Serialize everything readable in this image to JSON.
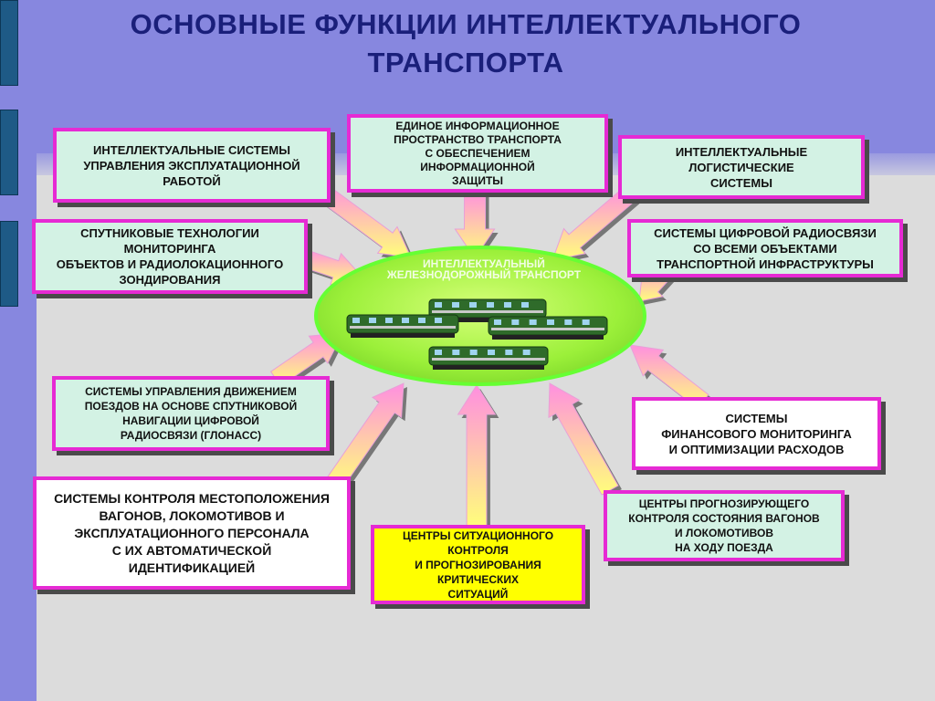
{
  "title": "ОСНОВНЫЕ ФУНКЦИИ ИНТЕЛЛЕКТУАЛЬНОГО\nТРАНСПОРТА",
  "center": {
    "label": "ИНТЕЛЛЕКТУАЛЬНЫЙ\nЖЕЛЕЗНОДОРОЖНЫЙ ТРАНСПОРТ"
  },
  "boxes": {
    "b1": "ИНТЕЛЛЕКТУАЛЬНЫЕ СИСТЕМЫ\nУПРАВЛЕНИЯ ЭКСПЛУАТАЦИОННОЙ\nРАБОТОЙ",
    "b2": "ЕДИНОЕ ИНФОРМАЦИОННОЕ\nПРОСТРАНСТВО ТРАНСПОРТА\nС  ОБЕСПЕЧЕНИЕМ\nИНФОРМАЦИОННОЙ\nЗАЩИТЫ",
    "b3": "ИНТЕЛЛЕКТУАЛЬНЫЕ\nЛОГИСТИЧЕСКИЕ\nСИСТЕМЫ",
    "b4": "СПУТНИКОВЫЕ ТЕХНОЛОГИИ\nМОНИТОРИНГА\nОБЪЕКТОВ И РАДИОЛОКАЦИОННОГО\nЗОНДИРОВАНИЯ",
    "b5": "СИСТЕМЫ ЦИФРОВОЙ РАДИОСВЯЗИ\nСО ВСЕМИ ОБЪЕКТАМИ\nТРАНСПОРТНОЙ ИНФРАСТРУКТУРЫ",
    "b6": "СИСТЕМЫ УПРАВЛЕНИЯ ДВИЖЕНИЕМ\nПОЕЗДОВ НА ОСНОВЕ СПУТНИКОВОЙ\nНАВИГАЦИИ ЦИФРОВОЙ\nРАДИОСВЯЗИ (ГЛОНАСС)",
    "b7": "СИСТЕМЫ\nФИНАНСОВОГО МОНИТОРИНГА\nИ ОПТИМИЗАЦИИ РАСХОДОВ",
    "b8": "СИСТЕМЫ КОНТРОЛЯ МЕСТОПОЛОЖЕНИЯ\nВАГОНОВ, ЛОКОМОТИВОВ И\nЭКСПЛУАТАЦИОННОГО ПЕРСОНАЛА\nС ИХ АВТОМАТИЧЕСКОЙ\nИДЕНТИФИКАЦИЕЙ",
    "b9": "ЦЕНТРЫ СИТУАЦИОННОГО\nКОНТРОЛЯ\nИ ПРОГНОЗИРОВАНИЯ\nКРИТИЧЕСКИХ\nСИТУАЦИЙ",
    "b10": "ЦЕНТРЫ ПРОГНОЗИРУЮЩЕГО\nКОНТРОЛЯ СОСТОЯНИЯ ВАГОНОВ\nИ ЛОКОМОТИВОВ\nНА ХОДУ ПОЕЗДА"
  },
  "colors": {
    "title": "#1a1f7a",
    "border": "#e62ad4",
    "teal_fill": "#d3f2e4",
    "yellow_fill": "#ffff00",
    "ellipse_fill": "#9cf03a",
    "locomotive": "#2f6b2a"
  }
}
